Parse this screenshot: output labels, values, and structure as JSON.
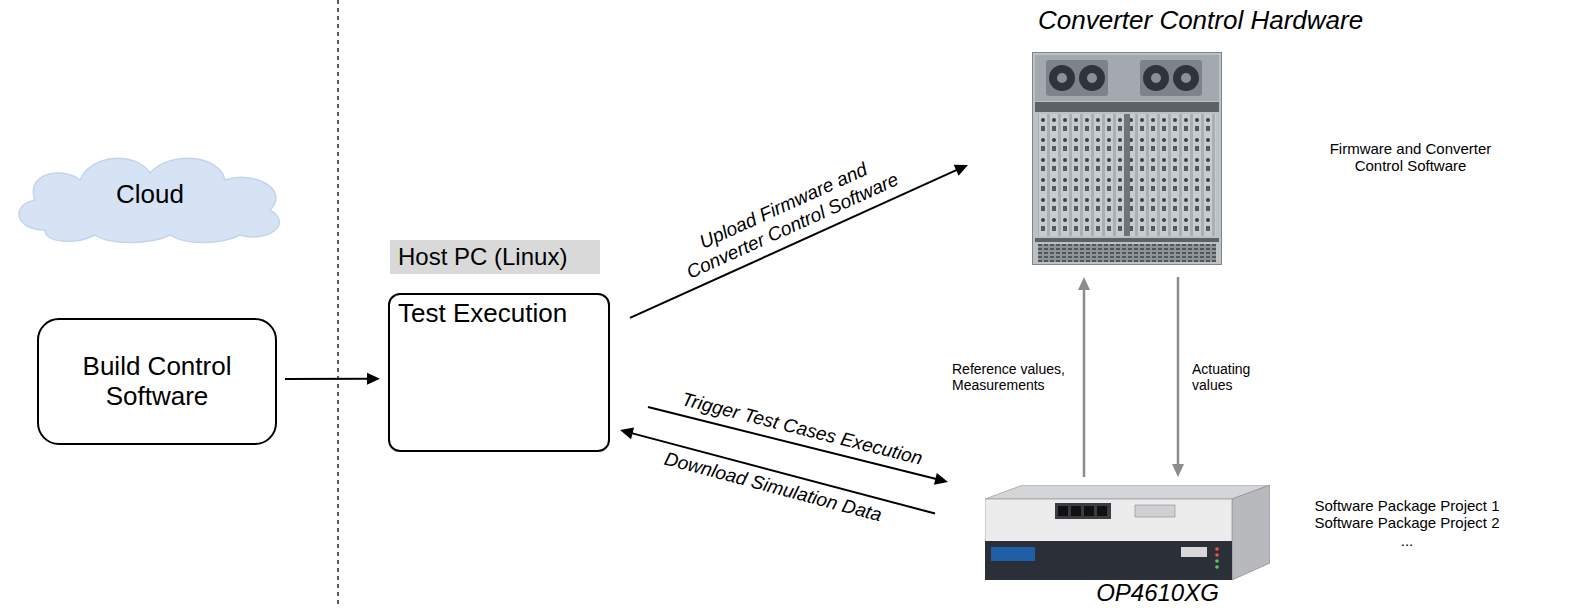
{
  "diagram": {
    "nodes": [
      {
        "text": [
          "Cloud"
        ]
      },
      {
        "text": [
          "Build Control Software"
        ]
      },
      {
        "text": [
          "Host PC (Linux)",
          "Test Execution"
        ]
      },
      {
        "text": [
          "Converter Control Hardware",
          "Firmware and Converter Control Software"
        ]
      },
      {
        "text": [
          "Software Package Project 1 Software Package Project 2 ...",
          "OP4610XG"
        ]
      }
    ],
    "edges": [
      {
        "from": 1,
        "to": 2,
        "arrow": "to"
      },
      {
        "from": 2,
        "to": 3,
        "label": "Upload Firmware and Converter Control Software",
        "arrow": "to"
      },
      {
        "from": 2,
        "to": 4,
        "label": "Trigger Test Cases Execution",
        "arrow": "to"
      },
      {
        "from": 4,
        "to": 2,
        "label": "Download Simulation Data",
        "arrow": "to"
      },
      {
        "from": 4,
        "to": 3,
        "label": "Reference values, Measurements",
        "arrow": "to"
      },
      {
        "from": 3,
        "to": 4,
        "label": "Actuating values",
        "arrow": "to"
      }
    ]
  }
}
